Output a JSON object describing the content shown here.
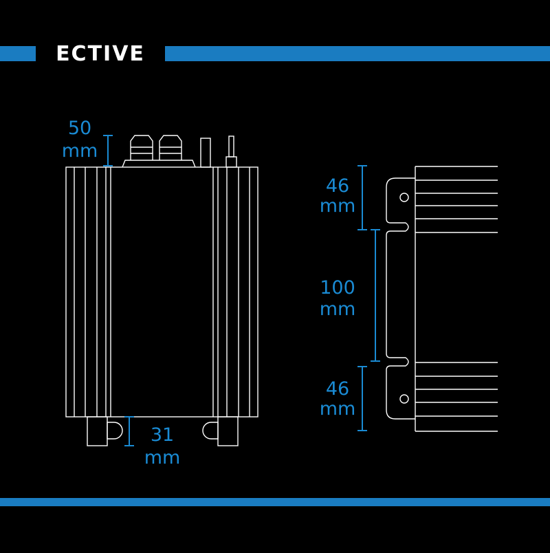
{
  "brand": {
    "name": "ECTIVE"
  },
  "colors": {
    "background": "#000000",
    "accent": "#1a7cc1",
    "line": "#ffffff",
    "dimension": "#1a8bd4"
  },
  "front_view": {
    "height_dimension": {
      "value": "50",
      "unit": "mm"
    },
    "foot_dimension": {
      "value": "31",
      "unit": "mm"
    }
  },
  "side_view": {
    "top_dimension": {
      "value": "46",
      "unit": "mm"
    },
    "middle_dimension": {
      "value": "100",
      "unit": "mm"
    },
    "bottom_dimension": {
      "value": "46",
      "unit": "mm"
    }
  }
}
